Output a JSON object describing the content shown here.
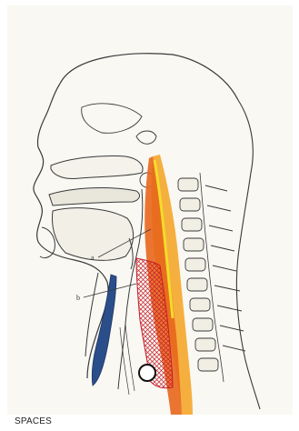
{
  "figure": {
    "caption": "SPACES",
    "labels": {
      "a": "a",
      "b": "b"
    }
  },
  "colors": {
    "prevertebral_space": "#e8661c",
    "danger_space": "#f4a21e",
    "retropharyngeal_line": "#f2dc2a",
    "retropharyngeal_hatch": "#c41e2a",
    "airway_fill": "#2a4e8a",
    "line_art": "#3a3a3a"
  }
}
